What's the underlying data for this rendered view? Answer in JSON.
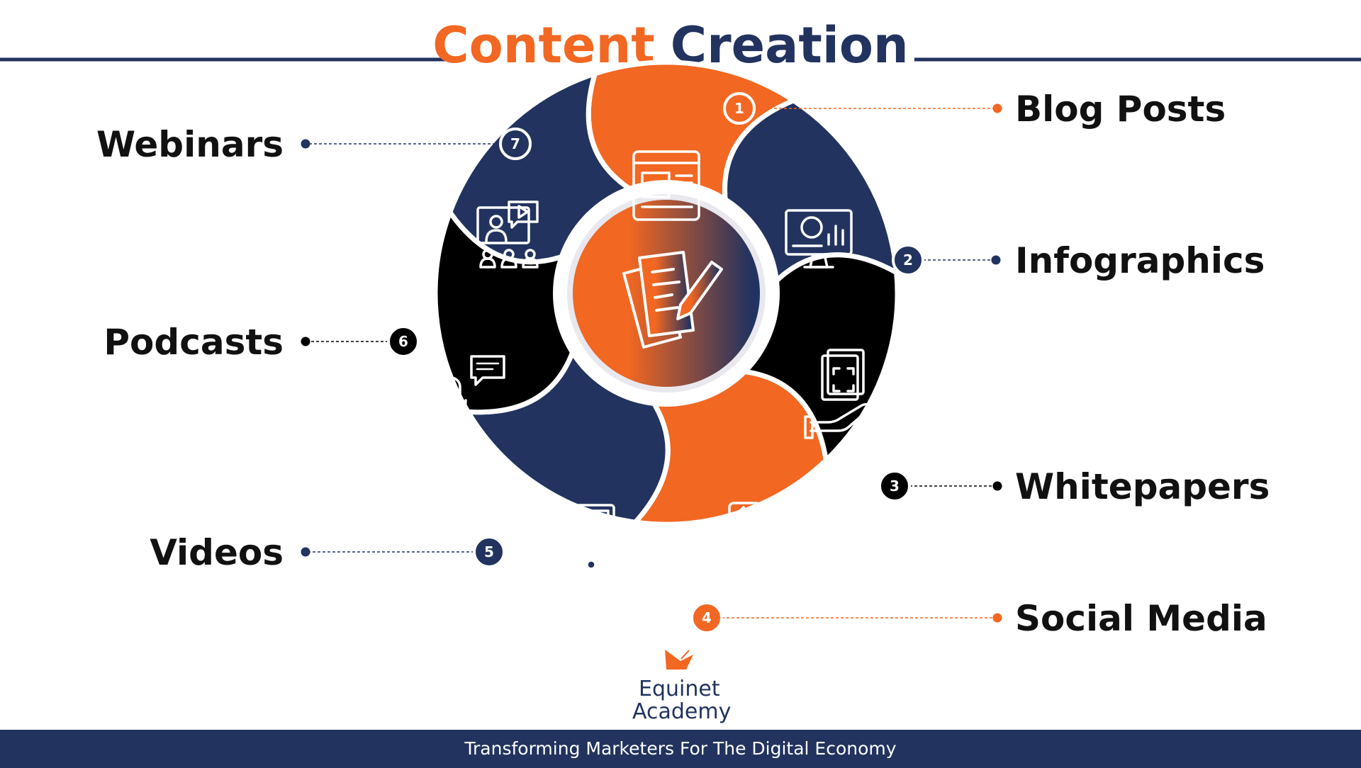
{
  "title": {
    "part1": "Content Creation"
  },
  "colors": {
    "orange": "#f26722",
    "navy": "#22335f",
    "black": "#000000",
    "white": "#ffffff"
  },
  "segments": [
    {
      "number": "1",
      "label": "Blog Posts",
      "color": "orange",
      "icon": "blog-post-browser-icon"
    },
    {
      "number": "2",
      "label": "Infographics",
      "color": "navy",
      "icon": "infographic-monitor-icon"
    },
    {
      "number": "3",
      "label": "Whitepapers",
      "color": "black",
      "icon": "whitepaper-hand-icon"
    },
    {
      "number": "4",
      "label": "Social Media",
      "color": "orange",
      "icon": "social-media-icon"
    },
    {
      "number": "5",
      "label": "Videos",
      "color": "navy",
      "icon": "video-player-icon"
    },
    {
      "number": "6",
      "label": "Podcasts",
      "color": "black",
      "icon": "microphone-chat-icon"
    },
    {
      "number": "7",
      "label": "Webinars",
      "color": "navy",
      "icon": "webinar-presenter-icon"
    }
  ],
  "center_icon": "document-pencil-icon",
  "logo": {
    "line1": "Equinet",
    "line2": "Academy"
  },
  "footer": "Transforming Marketers For The Digital Economy"
}
